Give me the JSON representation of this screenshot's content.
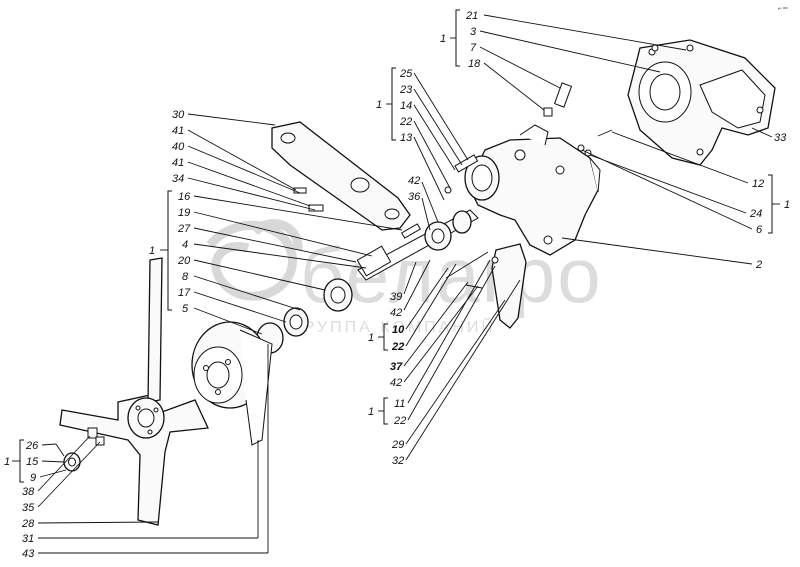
{
  "watermark": {
    "brand": "белагро",
    "subtitle": "ГРУППА КОМПАНИЙ"
  },
  "corner_note": "⌐ ═",
  "groups": {
    "top_right": {
      "num": "1",
      "items": [
        "21",
        "3",
        "7",
        "18"
      ]
    },
    "upper_mid": {
      "num": "1",
      "items": [
        "25",
        "23",
        "14",
        "22",
        "13"
      ]
    },
    "left_mid": {
      "num": "1",
      "items": [
        "16",
        "19",
        "27",
        "4",
        "20",
        "8",
        "17",
        "5"
      ]
    },
    "right_bottom_a": {
      "num": "1",
      "items": [
        "10",
        "22"
      ]
    },
    "right_bottom_b": {
      "num": "1",
      "items": [
        "11",
        "22"
      ]
    },
    "right_edge": {
      "num": "1",
      "items": [
        "12",
        "24",
        "6"
      ]
    },
    "bottom_left": {
      "num": "1",
      "items": [
        "26",
        "15",
        "9"
      ]
    }
  },
  "labels": {
    "l30": "30",
    "l41a": "41",
    "l40": "40",
    "l41b": "41",
    "l34": "34",
    "l42a": "42",
    "l36": "36",
    "l39": "39",
    "l42b": "42",
    "l37": "37",
    "l42c": "42",
    "l29": "29",
    "l32": "32",
    "l33": "33",
    "l2": "2",
    "l38": "38",
    "l35": "35",
    "l28": "28",
    "l31": "31",
    "l43": "43"
  }
}
